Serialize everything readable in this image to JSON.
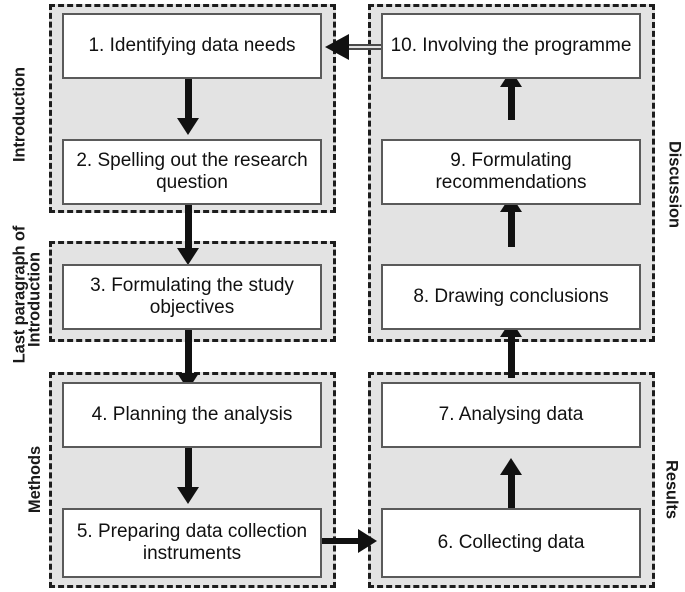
{
  "diagram": {
    "title": "Research process flowchart mapped onto paper sections",
    "type": "flowchart",
    "background_color": "#ffffff",
    "group_fill_color": "#e3e3e3",
    "box_fill_color": "#ffffff",
    "box_border_color": "#5a5a5a",
    "dashed_border_color": "#1d1d1d",
    "arrow_color": "#111111"
  },
  "side_labels": {
    "left_outer": "Last paragraph of",
    "left_introduction": "Introduction",
    "left_last_paragraph_introduction": "Introduction",
    "left_methods": "Methods",
    "right_discussion": "Discussion",
    "right_results": "Results"
  },
  "groups": [
    {
      "id": "introduction",
      "label": "Introduction",
      "side": "left",
      "steps": [
        1,
        2
      ]
    },
    {
      "id": "last-paragraph-intro",
      "label": "Introduction",
      "side": "left",
      "steps": [
        3
      ]
    },
    {
      "id": "methods",
      "label": "Methods",
      "side": "left",
      "steps": [
        4,
        5
      ]
    },
    {
      "id": "discussion",
      "label": "Discussion",
      "side": "right",
      "steps": [
        10,
        9,
        8
      ]
    },
    {
      "id": "results",
      "label": "Results",
      "side": "right",
      "steps": [
        7,
        6
      ]
    }
  ],
  "steps": [
    {
      "number": 1,
      "label": "1. Identifying data needs"
    },
    {
      "number": 2,
      "label": "2. Spelling out the research question"
    },
    {
      "number": 3,
      "label": "3. Formulating the study objectives"
    },
    {
      "number": 4,
      "label": "4. Planning the analysis"
    },
    {
      "number": 5,
      "label": "5. Preparing data collection instruments"
    },
    {
      "number": 6,
      "label": "6. Collecting data"
    },
    {
      "number": 7,
      "label": "7. Analysing data"
    },
    {
      "number": 8,
      "label": "8. Drawing conclusions"
    },
    {
      "number": 9,
      "label": "9. Formulating recommendations"
    },
    {
      "number": 10,
      "label": "10. Involving the programme"
    }
  ],
  "connections": [
    {
      "from": 1,
      "to": 2,
      "direction": "down",
      "style": "solid-thick"
    },
    {
      "from": 2,
      "to": 3,
      "direction": "down",
      "style": "solid-thick"
    },
    {
      "from": 3,
      "to": 4,
      "direction": "down",
      "style": "solid-thick"
    },
    {
      "from": 4,
      "to": 5,
      "direction": "down",
      "style": "solid-thick"
    },
    {
      "from": 5,
      "to": 6,
      "direction": "right",
      "style": "solid-thick"
    },
    {
      "from": 6,
      "to": 7,
      "direction": "up",
      "style": "solid-thick"
    },
    {
      "from": 7,
      "to": 8,
      "direction": "up",
      "style": "solid-thick"
    },
    {
      "from": 8,
      "to": 9,
      "direction": "up",
      "style": "solid-thick"
    },
    {
      "from": 9,
      "to": 10,
      "direction": "up",
      "style": "solid-thick"
    },
    {
      "from": 10,
      "to": 1,
      "direction": "left",
      "style": "thin-double-rule"
    }
  ]
}
